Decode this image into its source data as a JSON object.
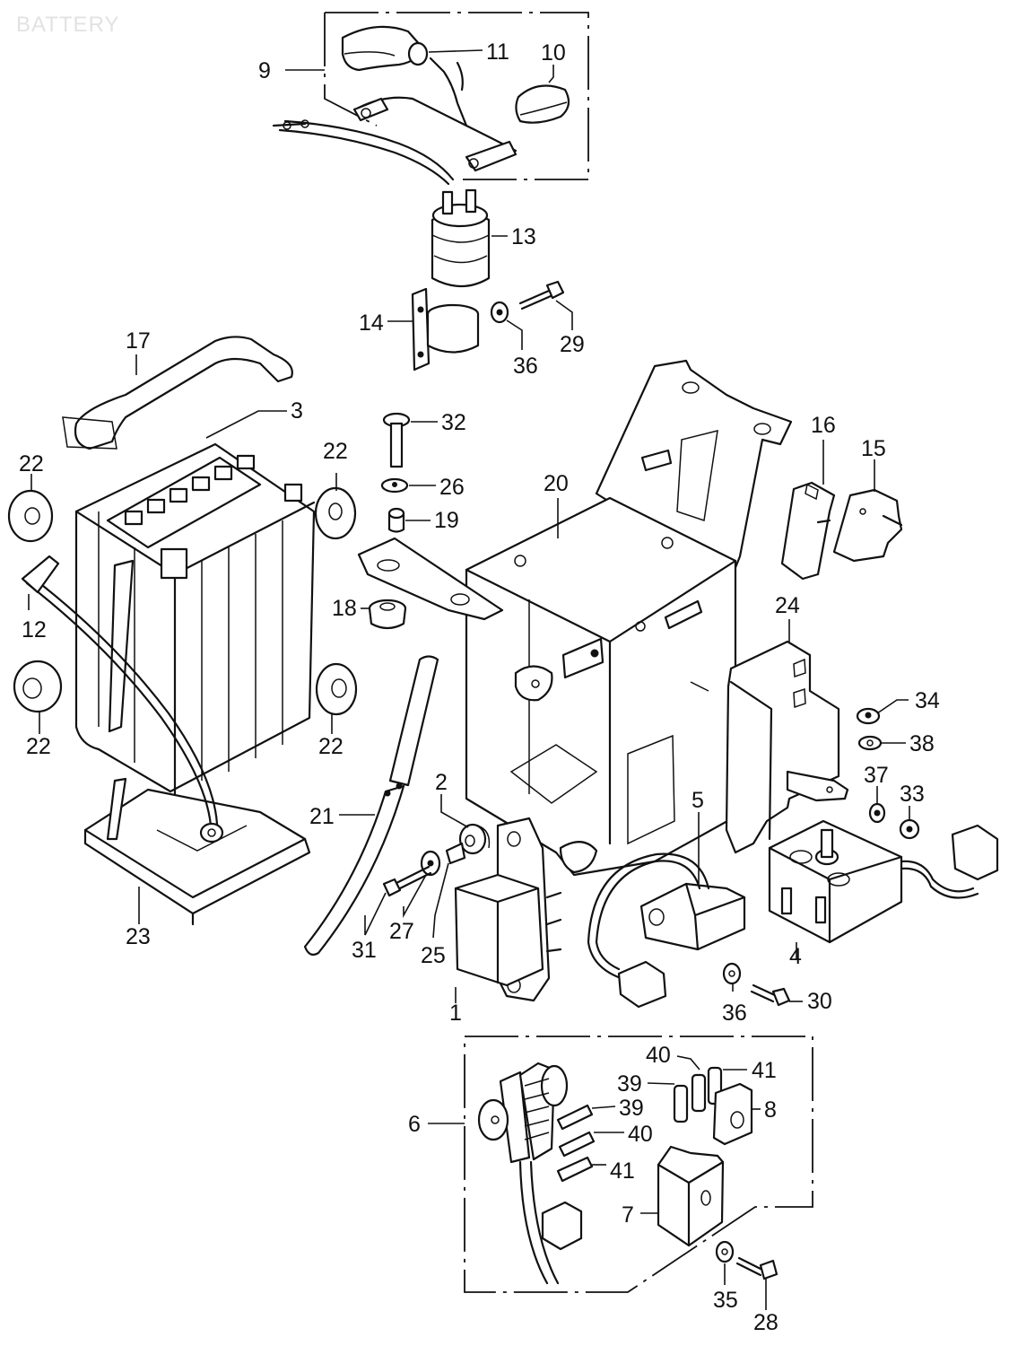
{
  "title": "BATTERY",
  "diagram": {
    "type": "exploded parts diagram",
    "groups": [
      {
        "label": "9",
        "description": "cable harness assembly (boxed group)",
        "includes": [
          "10",
          "11"
        ]
      },
      {
        "label": "6",
        "description": "fuse box assembly (boxed group)",
        "includes": [
          "7",
          "8",
          "39",
          "40",
          "41"
        ]
      }
    ],
    "callouts": [
      {
        "id": "c9",
        "label": "9"
      },
      {
        "id": "c11",
        "label": "11"
      },
      {
        "id": "c10",
        "label": "10"
      },
      {
        "id": "c13",
        "label": "13"
      },
      {
        "id": "c14",
        "label": "14"
      },
      {
        "id": "c29",
        "label": "29"
      },
      {
        "id": "c36a",
        "label": "36"
      },
      {
        "id": "c17",
        "label": "17"
      },
      {
        "id": "c3",
        "label": "3"
      },
      {
        "id": "c32",
        "label": "32"
      },
      {
        "id": "c26",
        "label": "26"
      },
      {
        "id": "c19",
        "label": "19"
      },
      {
        "id": "c20",
        "label": "20"
      },
      {
        "id": "c16",
        "label": "16"
      },
      {
        "id": "c15",
        "label": "15"
      },
      {
        "id": "c22a",
        "label": "22"
      },
      {
        "id": "c22b",
        "label": "22"
      },
      {
        "id": "c22c",
        "label": "22"
      },
      {
        "id": "c22d",
        "label": "22"
      },
      {
        "id": "c12",
        "label": "12"
      },
      {
        "id": "c18",
        "label": "18"
      },
      {
        "id": "c24",
        "label": "24"
      },
      {
        "id": "c34",
        "label": "34"
      },
      {
        "id": "c38",
        "label": "38"
      },
      {
        "id": "c37",
        "label": "37"
      },
      {
        "id": "c33",
        "label": "33"
      },
      {
        "id": "c21",
        "label": "21"
      },
      {
        "id": "c2",
        "label": "2"
      },
      {
        "id": "c5",
        "label": "5"
      },
      {
        "id": "c23",
        "label": "23"
      },
      {
        "id": "c31",
        "label": "31"
      },
      {
        "id": "c27",
        "label": "27"
      },
      {
        "id": "c25",
        "label": "25"
      },
      {
        "id": "c1",
        "label": "1"
      },
      {
        "id": "c4",
        "label": "4"
      },
      {
        "id": "c36b",
        "label": "36"
      },
      {
        "id": "c30",
        "label": "30"
      },
      {
        "id": "c40a",
        "label": "40"
      },
      {
        "id": "c41a",
        "label": "41"
      },
      {
        "id": "c39a",
        "label": "39"
      },
      {
        "id": "c39b",
        "label": "39"
      },
      {
        "id": "c8",
        "label": "8"
      },
      {
        "id": "c6",
        "label": "6"
      },
      {
        "id": "c40b",
        "label": "40"
      },
      {
        "id": "c41b",
        "label": "41"
      },
      {
        "id": "c7",
        "label": "7"
      },
      {
        "id": "c35",
        "label": "35"
      },
      {
        "id": "c28",
        "label": "28"
      }
    ]
  }
}
